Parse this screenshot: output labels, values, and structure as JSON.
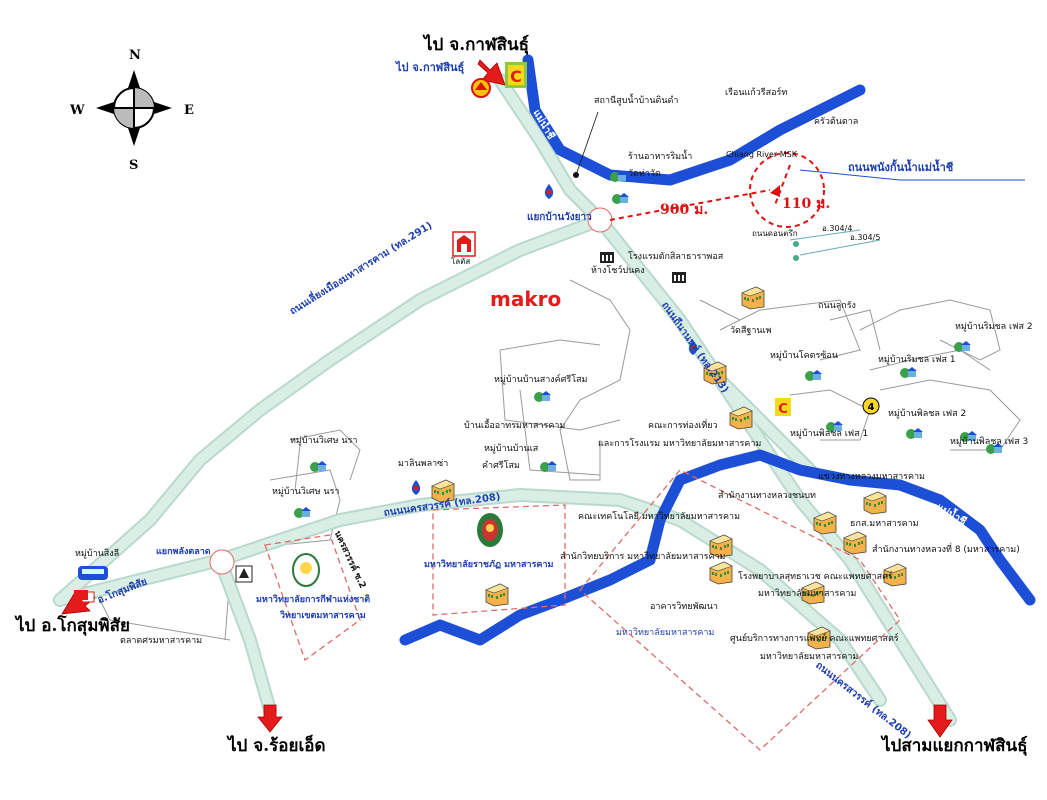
{
  "compass": {
    "n": "N",
    "s": "S",
    "e": "E",
    "w": "W"
  },
  "colors": {
    "river": "#1c4fd6",
    "road": "#d6ece4",
    "road_edge": "#b9d9cc",
    "boundary": "#e06a6a",
    "arrow": "#e31b1b",
    "block_line": "#999999"
  },
  "directions": {
    "to_kalasin_top": "ไป จ.กาฬสินธุ์",
    "to_kalasin_top_small": "ไป จ.กาฬสินธุ์",
    "to_kosum": "ไป อ.โกสุมพิสัย",
    "to_roiet": "ไป จ.ร้อยเอ็ด",
    "to_kalasin_jct": "ไปสามแยกกาฬสินธุ์"
  },
  "distances": {
    "d900": "900 ม.",
    "d110": "110 ม."
  },
  "roads": {
    "r291": "ถนนเลี่ยงเมืองมหาสารคาม (ทล.291)",
    "r213": "ถนนถีนานนท์ (ทล.213)",
    "r208": "ถนนนครสวรรค์ (ทล.208)",
    "r208b": "ถนนนครสวรรค์ (ทล.208)",
    "nakhonsawan2": "นครสวรรค์ ซ.2",
    "levee": "ถนนพนังกั้นน้ำแม่น้ำชี",
    "river_chi": "แม่น้ำชี",
    "river_chi2": "แม่น้ำชี",
    "khosum_road": "อ.โกสุมพิสัย"
  },
  "places": {
    "station": "สถานีสูบน้ำบ้านดินดำ",
    "resort": "เรือนแก้วรีสอร์ท",
    "krua": "ครัวต้นตาล",
    "restaurant": "ร้านอาหารริมน้ำ",
    "wat": "วัดท่าวัด",
    "chiang_river": "Chiang River MSK",
    "jct_wangyao": "แยกบ้านวังยาว",
    "tp304": "อ.304/4",
    "tp305": "อ.304/5",
    "dontan": "ถนนดอนตรึก",
    "lotus": "โลตัส",
    "sahamongkol": "ห้างโชว์ปนคง",
    "tara_hotel": "โรงแรมตักสิลาธาราพอส",
    "makro": "makro",
    "dokkhun": "ถนนลูกรัง",
    "wat_khiew": "วัดสีฐานเพ",
    "moo_ban_a": "หมู่บ้านโคตรซ้อน",
    "rimchi2": "หมู่บ้านริมชล เฟส 2",
    "rimchi1": "หมู่บ้านริมชล เฟส 1",
    "phone2": "หมู่บ้านพิลชล เฟส 2",
    "phone1": "หมู่บ้านพิลชล เฟส 1",
    "phone3": "หมู่บ้านพิลชล เฟส 3",
    "sang_a": "หมู่บ้านบ้านสางค์ศรีโสม",
    "tourism": "คณะการท่องเที่ยว",
    "tourism2": "และการโรงแรม มหาวิทยาลัยมหาสารคาม",
    "hotel_food": "บ้านเอื้ออาทรมหาสารคาม",
    "moo_dokkhun": "หมู่บ้านบ้านเส",
    "kham": "คำศรีโสม",
    "wiset_a": "หมู่บ้านวิเศษ นรา",
    "wiset_b": "หมู่บ้านวิเศษ นรา",
    "mathin": "มาลินพลาซ่า",
    "wangyai": "แขวงทางหลวงมหาสารคาม",
    "office_hw": "สำนักงานทางหลวงชนบท",
    "tech": "คณะเทคโนโลยี มหาวิทยาลัยมหาสารคาม",
    "bank": "ธกส.มหาสารคาม",
    "hw8": "สำนักงานทางหลวงที่ 8 (มหาสารคาม)",
    "sci": "สำนักวิทยบริการ มหาวิทยาลัยมหาสารคาม",
    "hospital": "โรงพยาบาลสุทธาเวช คณะแพทยศาสตร์",
    "hospital2": "มหาวิทยาลัยมหาสารคาม",
    "arts": "อาคารวิทยพัฒนา",
    "msu": "มหาวิทยาลัยมหาสารคาม",
    "service": "ศูนย์บริการทางการแพทย์ คณะแพทยศาสตร์",
    "service2": "มหาวิทยาลัยมหาสารคาม",
    "rajabhat": "มหาวิทยาลัยราชภัฏ มหาสารคาม",
    "arts_uni": "มหาวิทยาลัยการกีฬาแห่งชาติ",
    "arts_uni2": "วิทยาเขตมหาสารคาม",
    "sawang": "หมู่บ้านสิงลี",
    "jct_kosum": "แยกพลังตลาด",
    "moo_sk": "ตลาดศรมหาสารคาม"
  }
}
